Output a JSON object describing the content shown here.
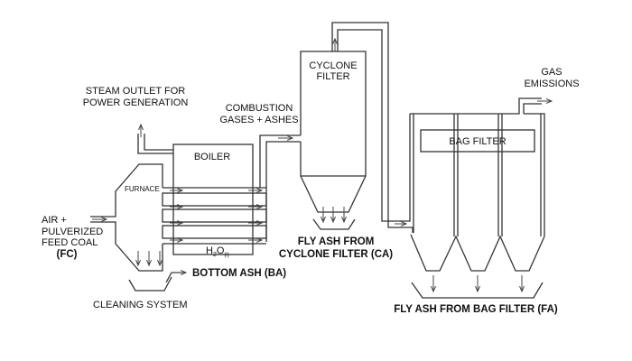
{
  "diagram": {
    "title": "Coal combustion and ash collection process",
    "labels": {
      "steam_outlet": [
        "STEAM OUTLET FOR",
        "POWER GENERATION"
      ],
      "combustion_gases": [
        "COMBUSTION",
        "GASES + ASHES"
      ],
      "boiler": "BOILER",
      "furnace": "FURNACE",
      "feed": [
        "AIR +",
        "PULVERIZED",
        "FEED COAL",
        "(FC)"
      ],
      "water": "H",
      "water_sub": "2",
      "water_o": "O",
      "water_phase": "(l)",
      "bottom_ash": "BOTTOM ASH (BA)",
      "cleaning": "CLEANING SYSTEM",
      "cyclone": [
        "CYCLONE",
        "FILTER"
      ],
      "fly_ash_cyclone": [
        "FLY ASH FROM",
        "CYCLONE FILTER (CA)"
      ],
      "gas_emissions": [
        "GAS",
        "EMISSIONS"
      ],
      "bag_filter": "BAG FILTER",
      "fly_ash_bag": "FLY ASH FROM BAG FILTER (FA)"
    },
    "nodes": [
      "furnace",
      "boiler",
      "cyclone-filter",
      "bag-filter",
      "cleaning-system"
    ],
    "edges": [
      {
        "from": "feed-coal",
        "to": "furnace"
      },
      {
        "from": "furnace",
        "to": "boiler"
      },
      {
        "from": "boiler",
        "to": "steam-outlet"
      },
      {
        "from": "boiler",
        "to": "cyclone-filter"
      },
      {
        "from": "cyclone-filter",
        "to": "bag-filter"
      },
      {
        "from": "bag-filter",
        "to": "gas-emissions"
      },
      {
        "from": "furnace",
        "to": "cleaning-system"
      }
    ]
  }
}
